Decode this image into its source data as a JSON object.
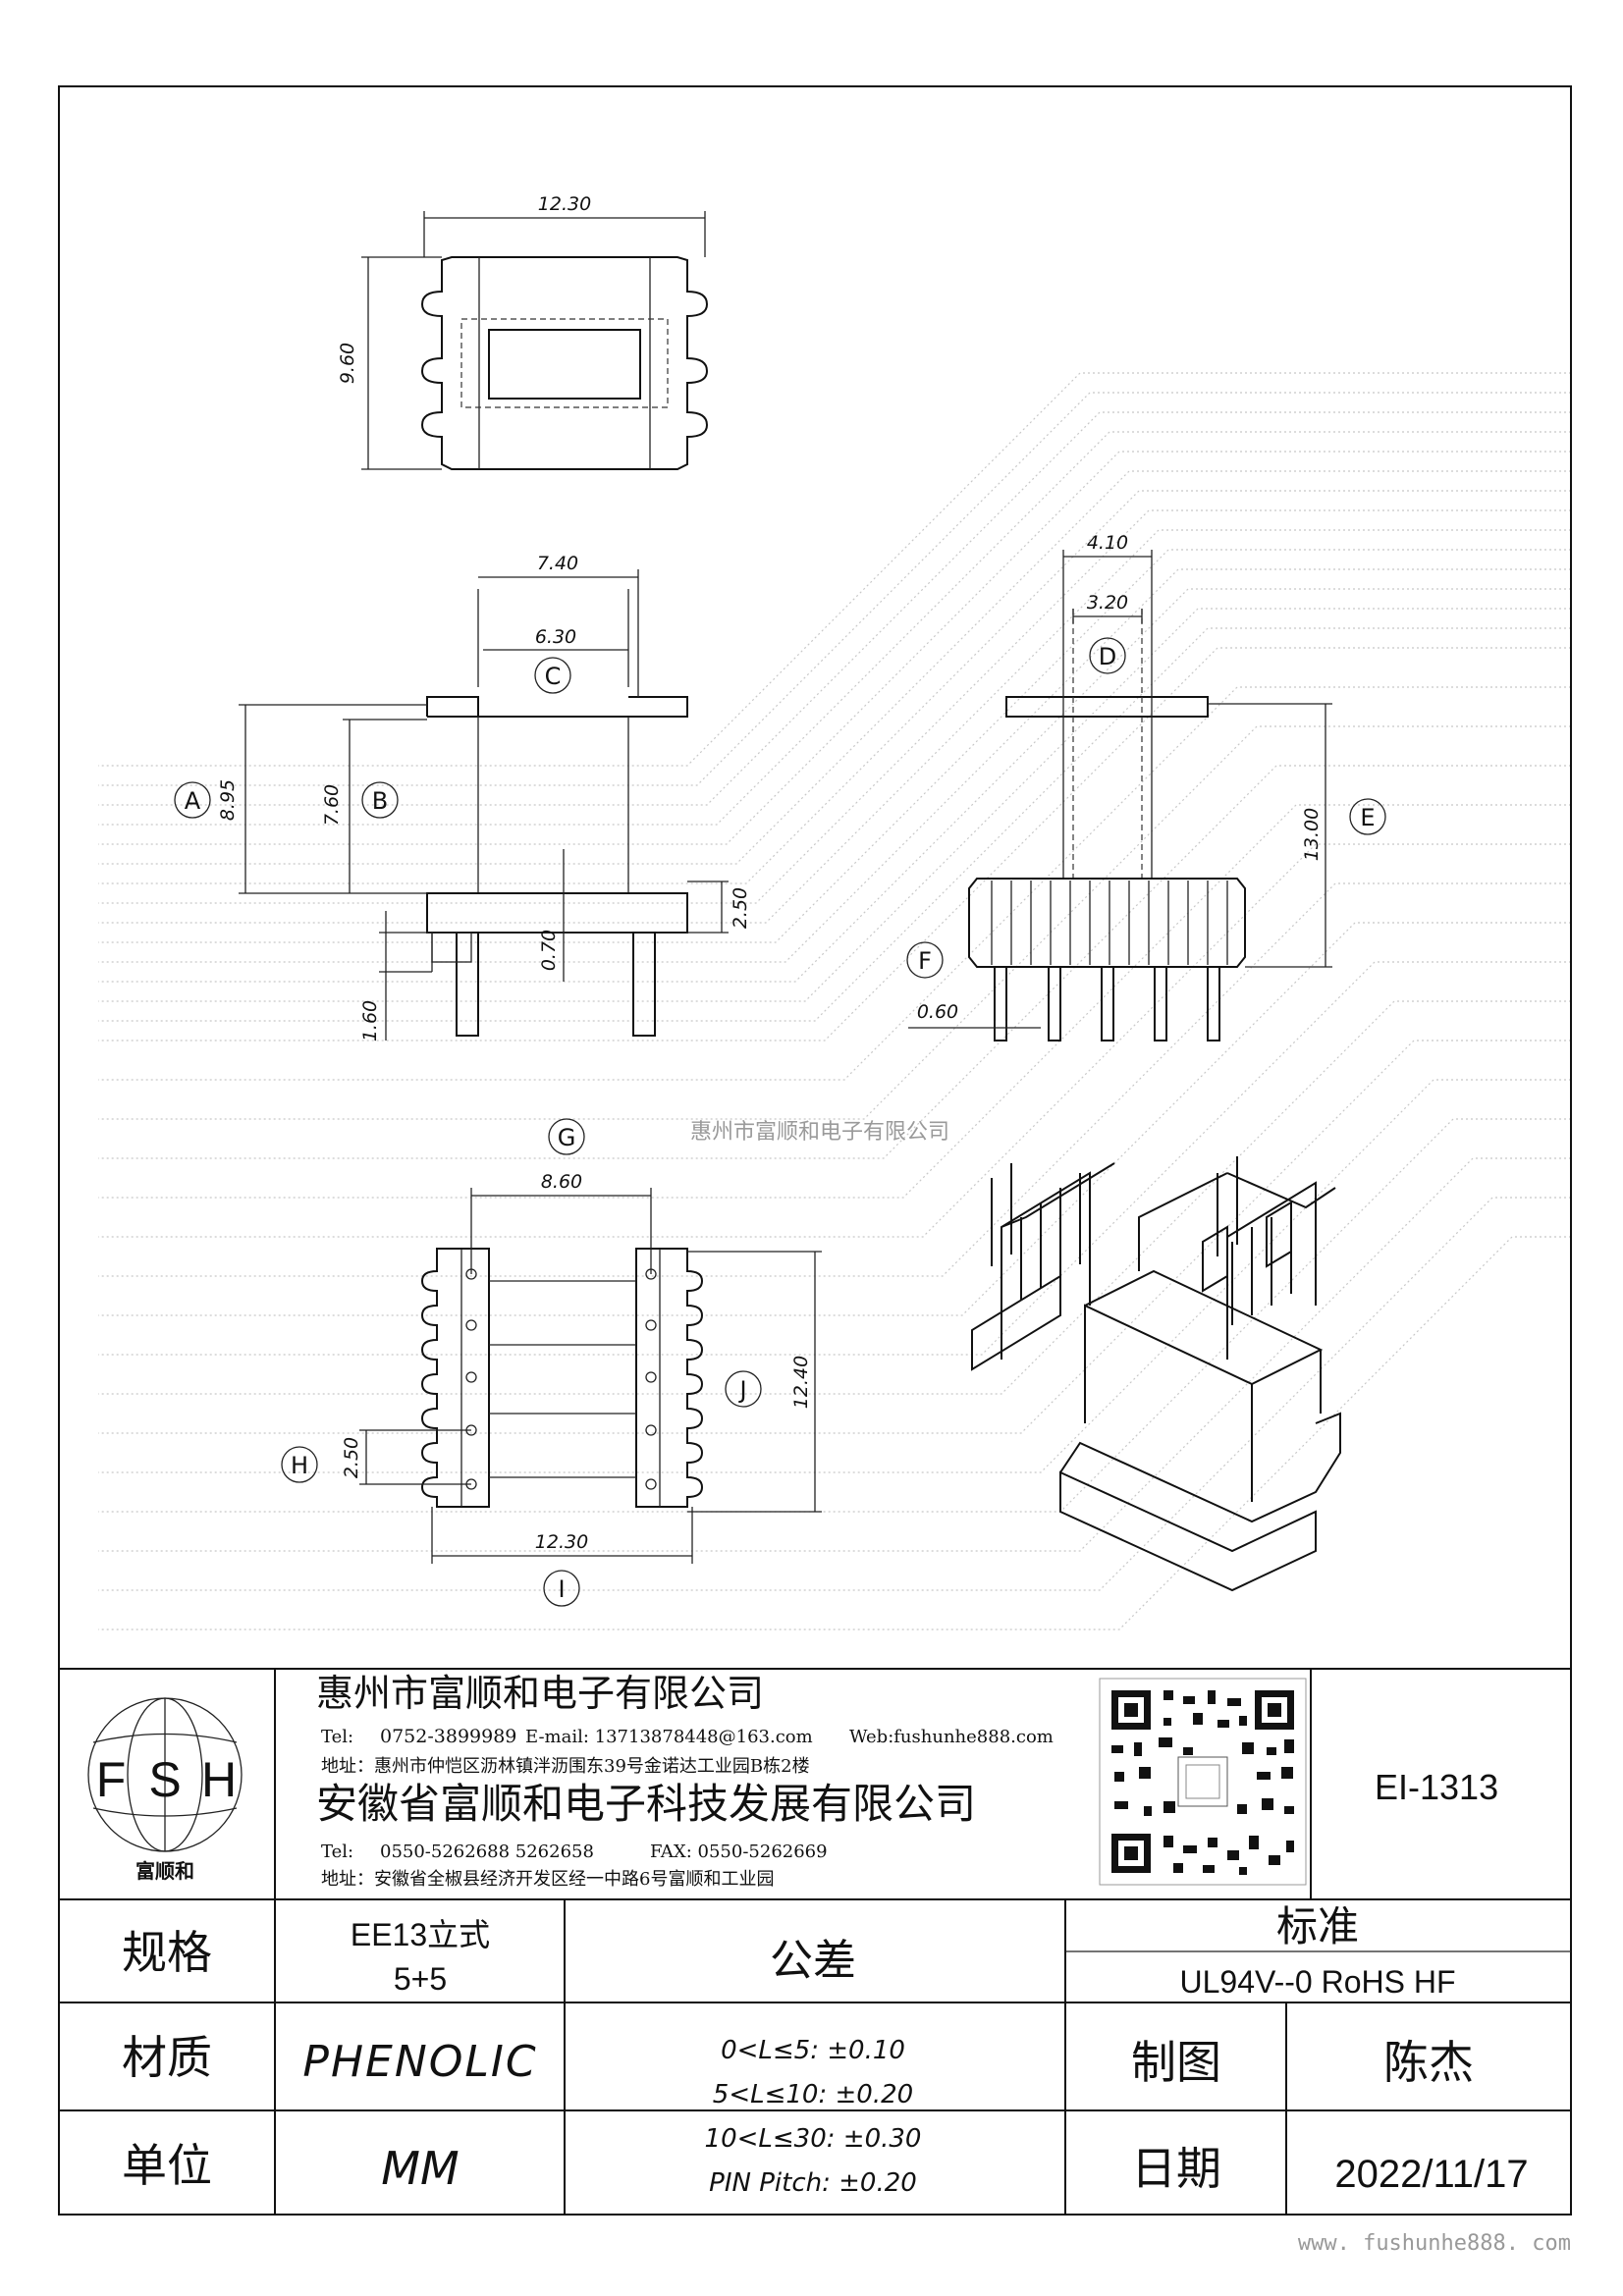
{
  "watermark": "惠州市富顺和电子有限公司",
  "views": {
    "top": {
      "width_dim": "12.30",
      "height_dim": "9.60"
    },
    "front": {
      "w_outer": "7.40",
      "w_inner": "6.30",
      "label_c": "C",
      "h_a": "8.95",
      "label_a": "A",
      "h_b": "7.60",
      "label_b": "B",
      "base_h": "2.50",
      "gap": "0.70",
      "pin_len": "1.60"
    },
    "side": {
      "w_outer": "4.10",
      "w_inner": "3.20",
      "label_d": "D",
      "h_e": "13.00",
      "label_e": "E",
      "label_f": "F",
      "pin_w": "0.60"
    },
    "bottom": {
      "label_g": "G",
      "span": "8.60",
      "height": "12.40",
      "label_j": "J",
      "pitch": "2.50",
      "label_h": "H",
      "width": "12.30",
      "label_i": "I"
    }
  },
  "title_block": {
    "logo": {
      "letters": [
        "F",
        "S",
        "H"
      ],
      "name": "富顺和"
    },
    "company1": "惠州市富顺和电子有限公司",
    "contact1_tel_label": "Tel:",
    "contact1_tel": "0752-3899989",
    "contact1_email": "E-mail: 13713878448@163.com",
    "contact1_web": "Web:fushunhe888.com",
    "address1": "地址：惠州市仲恺区沥林镇泮沥围东39号金诺达工业园B栋2楼",
    "company2": "安徽省富顺和电子科技发展有限公司",
    "contact2_tel_label": "Tel:",
    "contact2_tel": "0550-5262688  5262658",
    "contact2_fax": "FAX: 0550-5262669",
    "address2": "地址：安徽省全椒县经济开发区经一中路6号富顺和工业园",
    "part_no": "EI-1313",
    "spec_label": "规格",
    "spec_value_1": "EE13立式",
    "spec_value_2": "5+5",
    "material_label": "材质",
    "material_value": "PHENOLIC",
    "unit_label": "单位",
    "unit_value": "MM",
    "tolerance_label": "公差",
    "tolerances": [
      "0<L≤5: ±0.10",
      "5<L≤10: ±0.20",
      "10<L≤30: ±0.30",
      "PIN Pitch: ±0.20"
    ],
    "standard_label": "标准",
    "standard_value": "UL94V--0  RoHS HF",
    "drawn_label": "制图",
    "drawn_value": "陈杰",
    "date_label": "日期",
    "date_value": "2022/11/17"
  },
  "footer_url": "www. fushunhe888. com"
}
